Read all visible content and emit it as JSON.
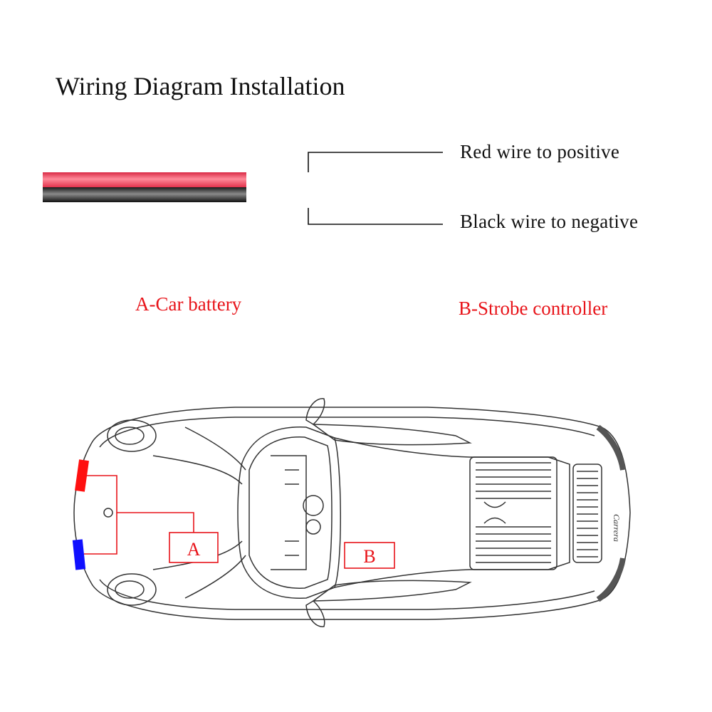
{
  "title": "Wiring Diagram Installation",
  "wires": {
    "red_label": "Red wire to positive",
    "black_label": "Black wire to negative"
  },
  "legend": {
    "a": "A-Car battery",
    "b": "B-Strobe controller"
  },
  "boxes": {
    "a": "A",
    "b": "B"
  },
  "colors": {
    "accent_red": "#e8141a",
    "wire_red": "#ff4a5c",
    "wire_black": "#1a1a1a",
    "light_red": "#ff1010",
    "light_blue": "#1010ff"
  },
  "car_badge_text": "Carrera"
}
